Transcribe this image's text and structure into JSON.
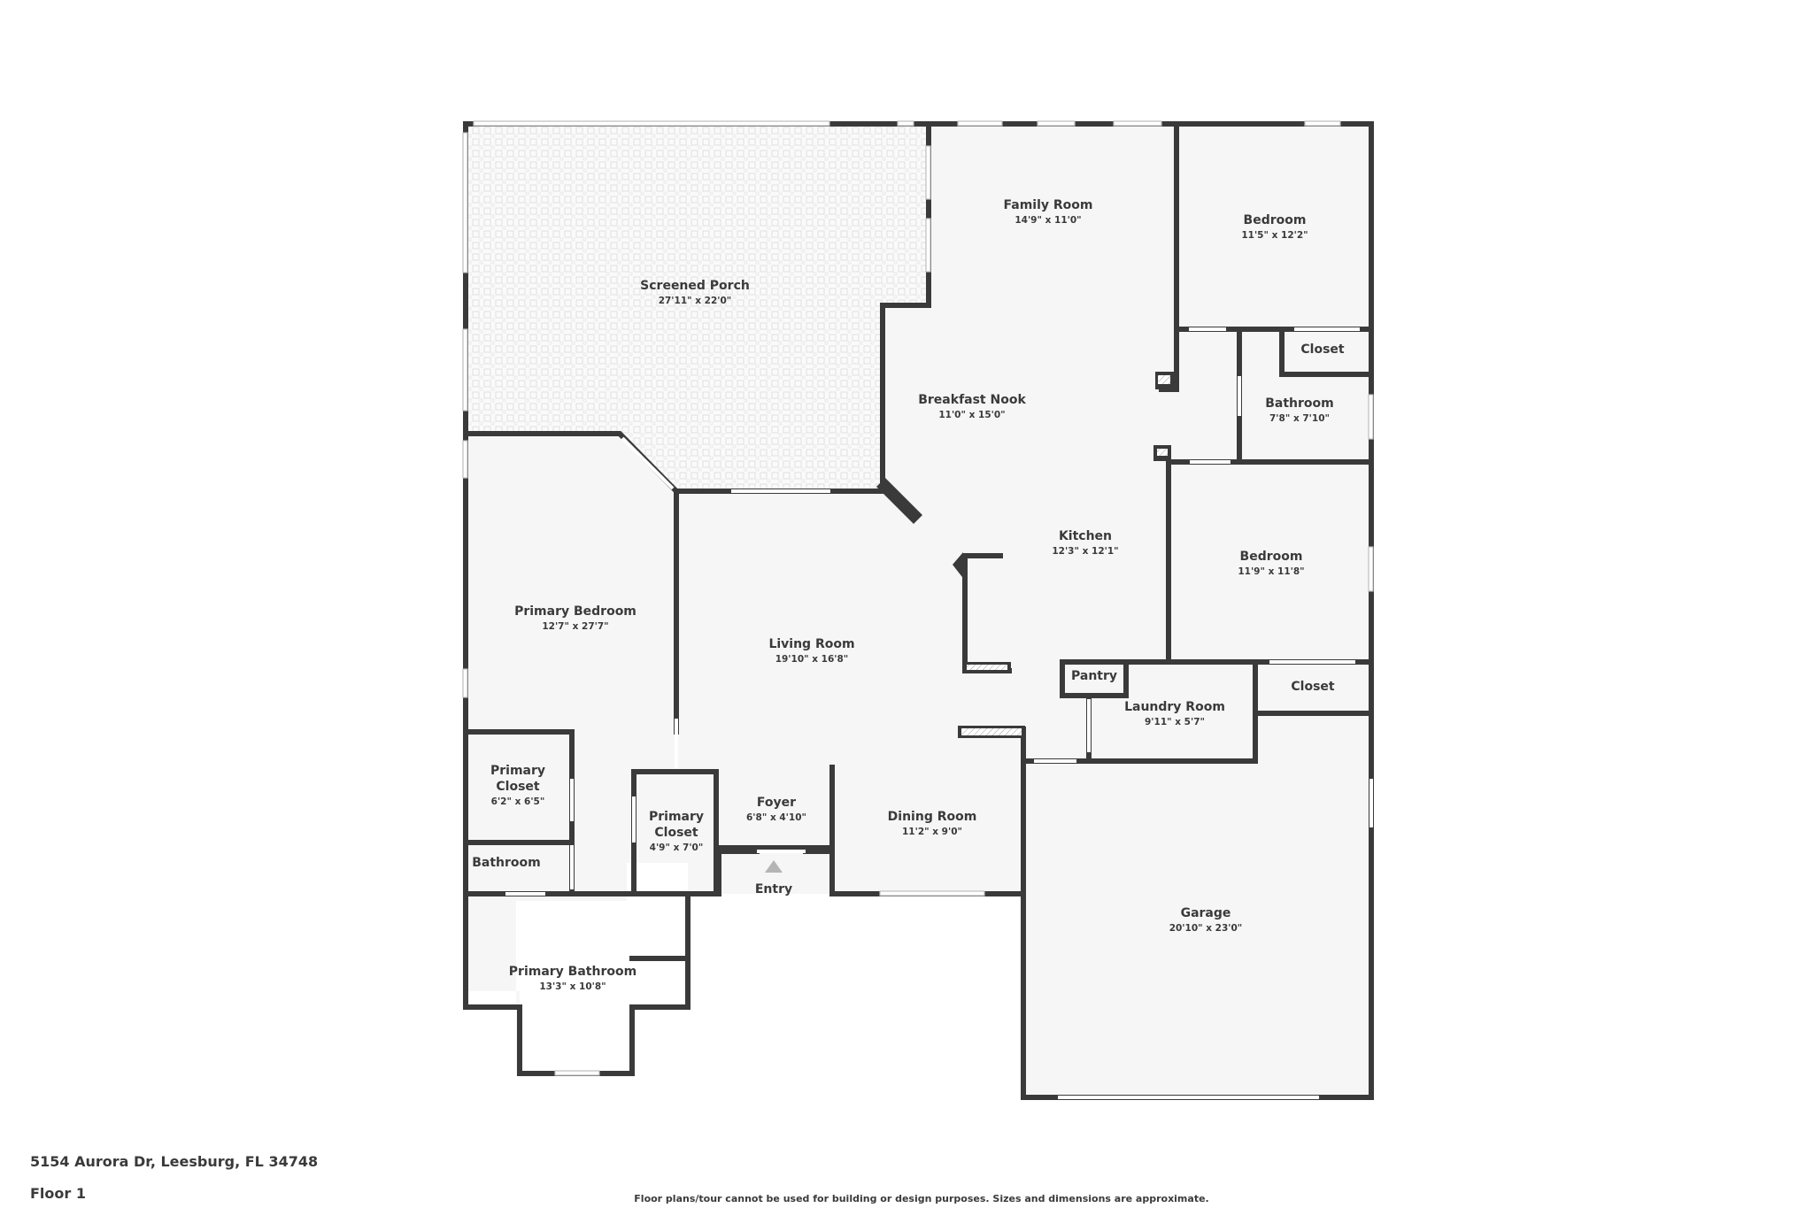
{
  "floorplan": {
    "address": "5154 Aurora Dr, Leesburg, FL 34748",
    "floor_label": "Floor 1",
    "disclaimer": "Floor plans/tour cannot be used for building or design purposes. Sizes and dimensions are approximate.",
    "entry_label": "Entry",
    "colors": {
      "wall": "#3a3a3a",
      "floor": "#f6f6f6",
      "background": "#ffffff",
      "entry_arrow": "#b5b5b5",
      "porch_tile": "#e2e2e2"
    },
    "rooms": [
      {
        "name": "Screened Porch",
        "dims": "27'11\" x 22'0\""
      },
      {
        "name": "Family Room",
        "dims": "14'9\" x 11'0\""
      },
      {
        "name": "Bedroom",
        "dims": "11'5\" x 12'2\""
      },
      {
        "name": "Closet",
        "dims": ""
      },
      {
        "name": "Breakfast Nook",
        "dims": "11'0\" x 15'0\""
      },
      {
        "name": "Bathroom",
        "dims": "7'8\" x 7'10\""
      },
      {
        "name": "Kitchen",
        "dims": "12'3\" x 12'1\""
      },
      {
        "name": "Bedroom",
        "dims": "11'9\" x 11'8\""
      },
      {
        "name": "Primary Bedroom",
        "dims": "12'7\" x 27'7\""
      },
      {
        "name": "Living Room",
        "dims": "19'10\" x 16'8\""
      },
      {
        "name": "Pantry",
        "dims": ""
      },
      {
        "name": "Laundry Room",
        "dims": "9'11\" x 5'7\""
      },
      {
        "name": "Closet",
        "dims": ""
      },
      {
        "name": "Primary",
        "name2": "Closet",
        "dims": "6'2\" x 6'5\""
      },
      {
        "name": "Primary",
        "name2": "Closet",
        "dims": "4'9\" x 7'0\""
      },
      {
        "name": "Foyer",
        "dims": "6'8\" x 4'10\""
      },
      {
        "name": "Dining Room",
        "dims": "11'2\" x 9'0\""
      },
      {
        "name": "Bathroom",
        "dims": ""
      },
      {
        "name": "Primary Bathroom",
        "dims": "13'3\" x 10'8\""
      },
      {
        "name": "Garage",
        "dims": "20'10\" x 23'0\""
      }
    ]
  }
}
